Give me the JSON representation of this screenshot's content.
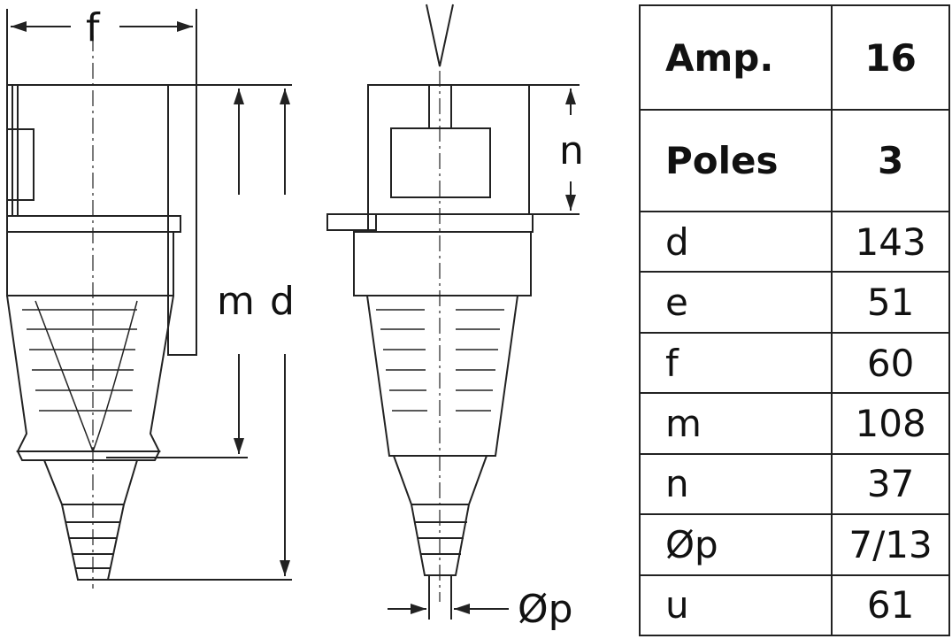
{
  "drawing": {
    "labels": {
      "f": "f",
      "m": "m",
      "d": "d",
      "n": "n",
      "p": "Øp"
    }
  },
  "table": {
    "rows": [
      {
        "key": "Amp.",
        "value": "16",
        "header": true
      },
      {
        "key": "Poles",
        "value": "3",
        "header": true
      },
      {
        "key": "d",
        "value": "143"
      },
      {
        "key": "e",
        "value": "51"
      },
      {
        "key": "f",
        "value": "60"
      },
      {
        "key": "m",
        "value": "108"
      },
      {
        "key": "n",
        "value": "37"
      },
      {
        "key": "Øp",
        "value": "7/13"
      },
      {
        "key": "u",
        "value": "61"
      }
    ]
  }
}
